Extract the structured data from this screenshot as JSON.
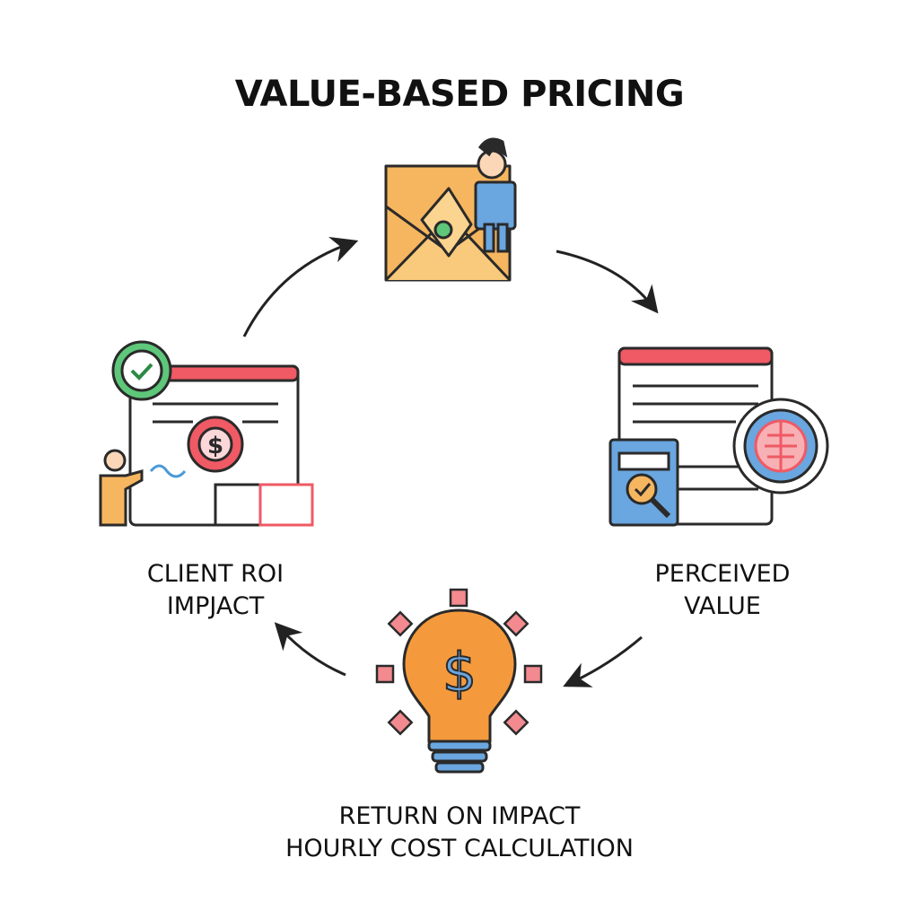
{
  "title": "VALUE-BASED PRICING",
  "labels": {
    "left": [
      "CLIENT ROI",
      "IMPJACT"
    ],
    "right": [
      "PERCEIVED",
      "VALUE"
    ],
    "bottom": [
      "RETURN ON IMPACT",
      "HOURLY COST CALCULATION"
    ]
  },
  "colors": {
    "orange": "#f6b65f",
    "red": "#ef5a64",
    "blue": "#6aa6df",
    "green": "#5ec77a",
    "bulb": "#f59a3c",
    "outline": "#2a2a2a"
  }
}
